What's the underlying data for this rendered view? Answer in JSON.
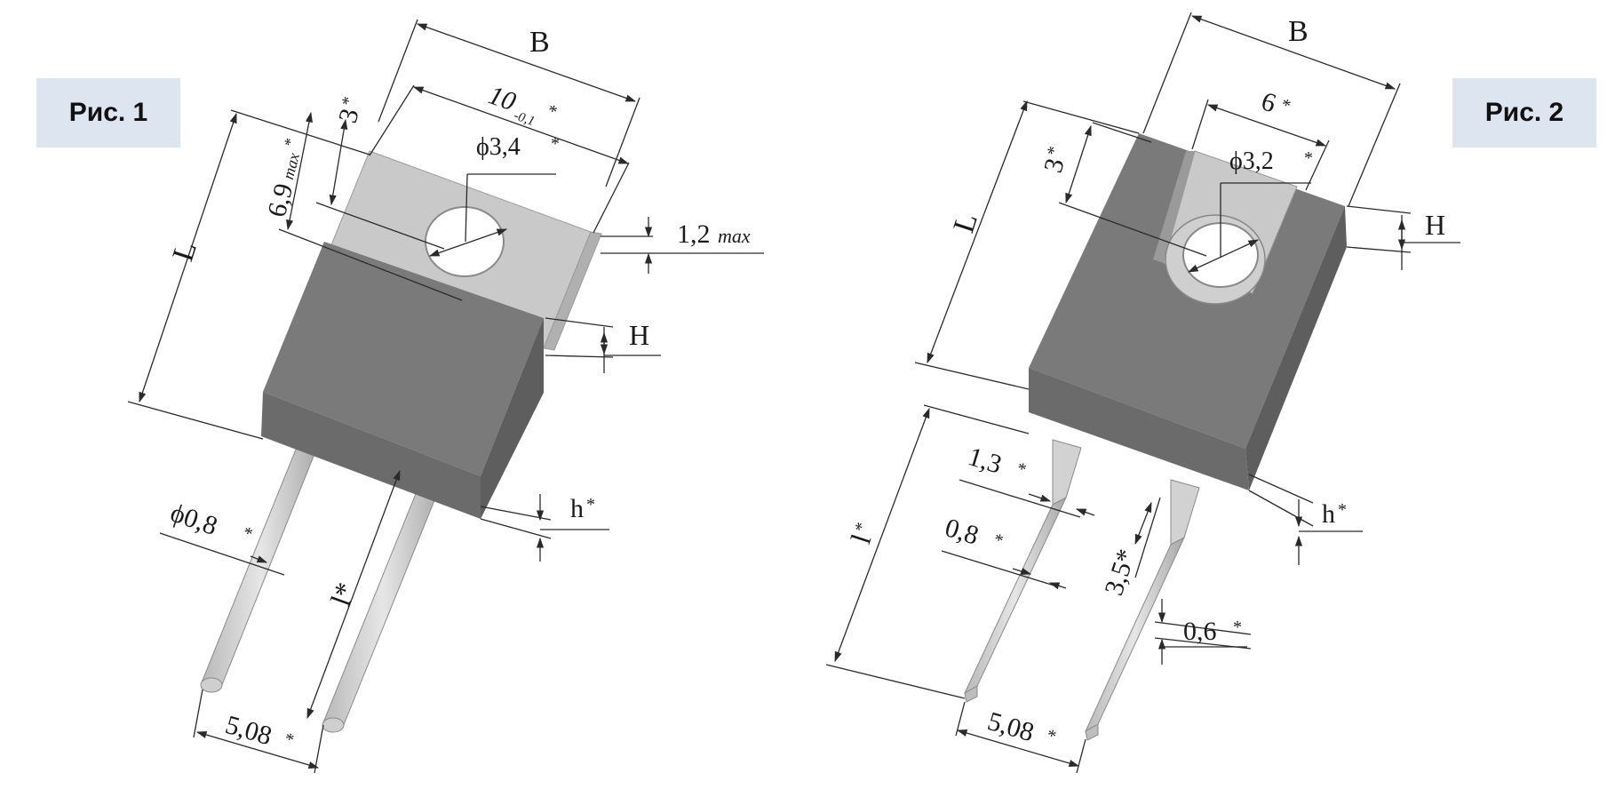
{
  "figures": [
    {
      "label": "Рис. 1",
      "dimensions": {
        "B": "B",
        "width": "10",
        "width_tol": "-0,1",
        "hole": "ϕ3,4",
        "tab_len": "3",
        "tab_full": "6,9",
        "tab_full_suffix": "max",
        "tab_thick": "1,2",
        "tab_thick_suffix": "max",
        "L": "L",
        "H": "H",
        "h": "h",
        "lead_dia": "ϕ0,8",
        "lead_len": "l*",
        "pitch": "5,08"
      }
    },
    {
      "label": "Рис. 2",
      "dimensions": {
        "B": "B",
        "slot": "6",
        "hole": "ϕ3,2",
        "tab_len": "3",
        "L": "L",
        "H": "H",
        "h": "h",
        "lead_wide": "1,3",
        "lead_narrow": "0,8",
        "lead_len": "l",
        "lead_step": "3,5*",
        "lead_thick": "0,6",
        "pitch": "5,08"
      }
    }
  ],
  "star": "*"
}
